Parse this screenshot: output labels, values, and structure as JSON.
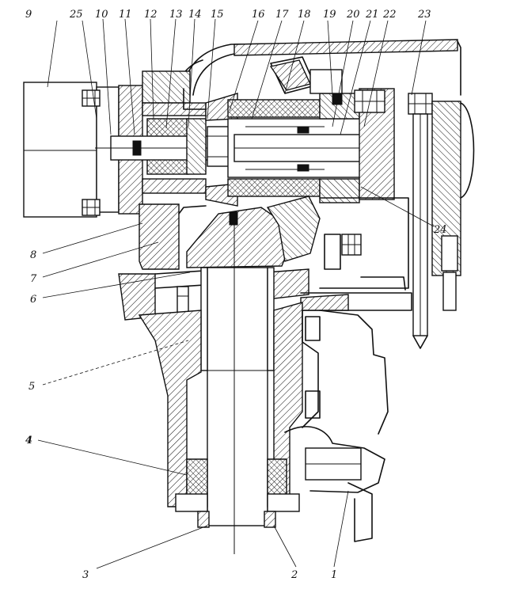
{
  "labels": {
    "top": [
      "9",
      "25",
      "10",
      "11",
      "12",
      "13",
      "14",
      "15",
      "16",
      "17",
      "18",
      "19",
      "20",
      "21",
      "22",
      "23"
    ],
    "left": [
      "8",
      "7",
      "6",
      "5",
      "4"
    ],
    "bottom": [
      "3",
      "2",
      "1"
    ],
    "right": [
      "24"
    ]
  }
}
